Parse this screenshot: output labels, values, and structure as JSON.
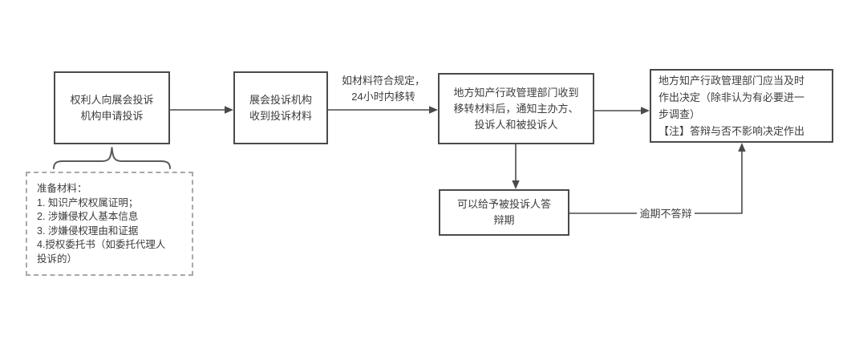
{
  "diagram": {
    "type": "flowchart",
    "nodes": {
      "apply": {
        "label": "权利人向展会投诉\n机构申请投诉"
      },
      "receive": {
        "label": "展会投诉机构\n收到投诉材料"
      },
      "notify": {
        "label": "地方知产行政管理部门收到\n移转材料后，通知主办方、\n投诉人和被投诉人"
      },
      "decide": {
        "label": "地方知产行政管理部门应当及时\n作出决定（除非认为有必要进一\n步调查）\n【注】答辩与否不影响决定作出"
      },
      "reply_period": {
        "label": "可以给予被投诉人答\n辩期"
      },
      "materials_note": {
        "label": "准备材料：\n1. 知识产权权属证明；\n2. 涉嫌侵权人基本信息\n3. 涉嫌侵权理由和证据\n4.授权委托书（如委托代理人\n投诉的）"
      }
    },
    "edge_labels": {
      "transfer_condition": "如材料符合规定，\n24小时内移转",
      "overdue_no_reply": "逾期不答辩"
    },
    "colors": {
      "node_border": "#4a4a4a",
      "note_border": "#a8a8a8",
      "connector": "#4a4a4a",
      "brace": "#5a5a5a",
      "text": "#3d3d3d",
      "background": "#ffffff"
    }
  }
}
